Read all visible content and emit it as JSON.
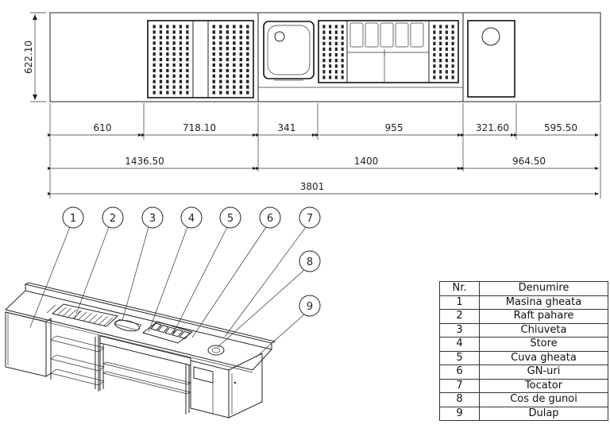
{
  "drawing": {
    "height_dimension": "622.10",
    "dimensions_row1": [
      "610",
      "718.10",
      "341",
      "955",
      "321.60",
      "595.50"
    ],
    "dimensions_row2": [
      "1436.50",
      "1400",
      "964.50"
    ],
    "total_length": "3801"
  },
  "balloons": [
    "1",
    "2",
    "3",
    "4",
    "5",
    "6",
    "7",
    "8",
    "9"
  ],
  "legend": {
    "header": {
      "nr": "Nr.",
      "name": "Denumire"
    },
    "rows": [
      {
        "nr": "1",
        "name": "Masina gheata"
      },
      {
        "nr": "2",
        "name": "Raft pahare"
      },
      {
        "nr": "3",
        "name": "Chiuveta"
      },
      {
        "nr": "4",
        "name": "Store"
      },
      {
        "nr": "5",
        "name": "Cuva gheata"
      },
      {
        "nr": "6",
        "name": "GN-uri"
      },
      {
        "nr": "7",
        "name": "Tocator"
      },
      {
        "nr": "8",
        "name": "Cos de gunoi"
      },
      {
        "nr": "9",
        "name": "Dulap"
      }
    ]
  }
}
